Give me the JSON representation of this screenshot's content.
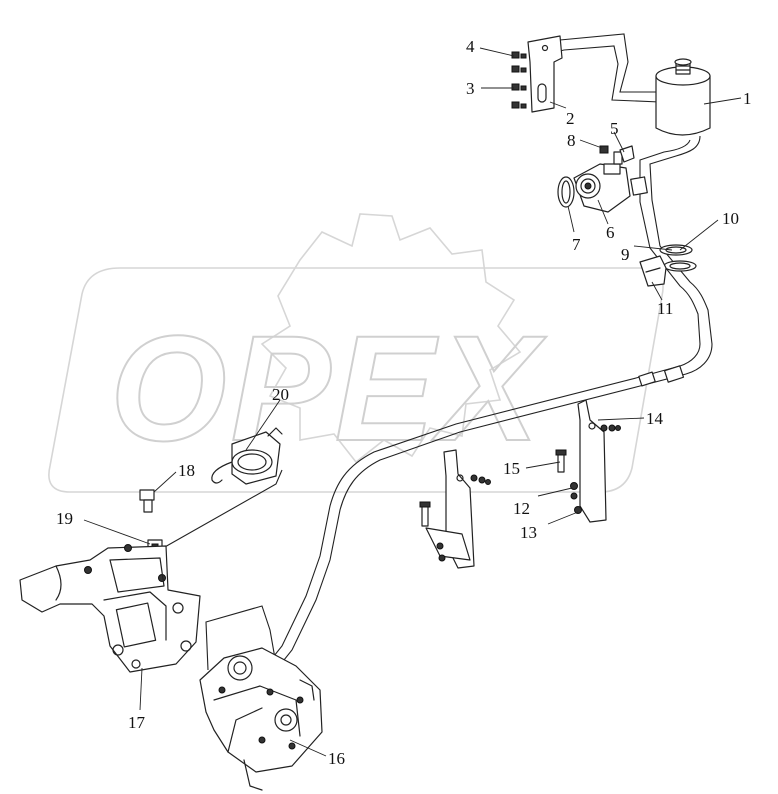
{
  "watermark": {
    "text": "OPEX"
  },
  "callouts": [
    {
      "id": "1",
      "label": "1"
    },
    {
      "id": "2",
      "label": "2"
    },
    {
      "id": "3",
      "label": "3"
    },
    {
      "id": "4",
      "label": "4"
    },
    {
      "id": "5",
      "label": "5"
    },
    {
      "id": "6",
      "label": "6"
    },
    {
      "id": "7",
      "label": "7"
    },
    {
      "id": "8",
      "label": "8"
    },
    {
      "id": "9",
      "label": "9"
    },
    {
      "id": "10",
      "label": "10"
    },
    {
      "id": "11",
      "label": "11"
    },
    {
      "id": "12",
      "label": "12"
    },
    {
      "id": "13",
      "label": "13"
    },
    {
      "id": "14",
      "label": "14"
    },
    {
      "id": "15",
      "label": "15"
    },
    {
      "id": "16",
      "label": "16"
    },
    {
      "id": "17",
      "label": "17"
    },
    {
      "id": "18",
      "label": "18"
    },
    {
      "id": "19",
      "label": "19"
    },
    {
      "id": "20",
      "label": "20"
    }
  ]
}
